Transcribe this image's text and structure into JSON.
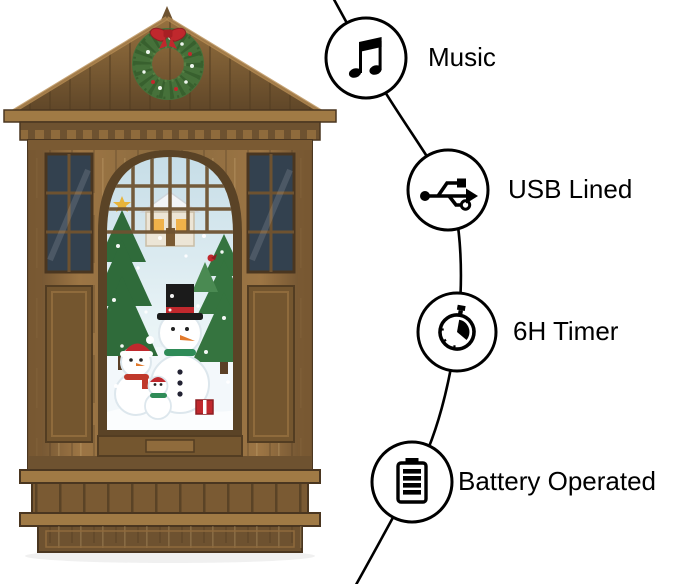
{
  "features": [
    {
      "icon": "music-note-icon",
      "label": "Music"
    },
    {
      "icon": "usb-icon",
      "label": "USB Lined"
    },
    {
      "icon": "timer-icon",
      "label": "6H Timer"
    },
    {
      "icon": "battery-icon",
      "label": "Battery Operated"
    }
  ],
  "illustration": {
    "depicts": "Bronze Christmas house-shaped musical snow globe lantern with wreath, snowman family scene and pedestal base"
  },
  "colors": {
    "background": "#ffffff",
    "connector_line": "#000000",
    "icon_circle_fill": "#ffffff",
    "icon_circle_border": "#000000",
    "label_text": "#000000",
    "lantern_bronze": "#8a6a3f",
    "lantern_bronze_dark": "#5a4326",
    "wreath_green": "#46713a",
    "bow_red": "#c0282d",
    "scene_sky": "#c6dde7",
    "scarf_red": "#c0392b",
    "scarf_green": "#2e8b57",
    "hat_black": "#1b1b1b"
  }
}
